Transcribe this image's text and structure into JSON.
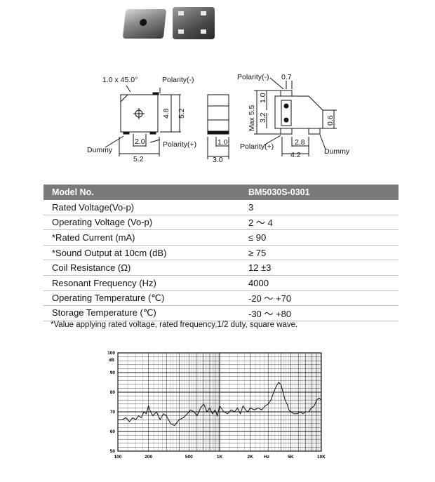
{
  "drawing": {
    "chamfer": "1.0 x 45.0°",
    "polarity_neg": "Polarity(-)",
    "polarity_pos": "Polarity(+)",
    "dummy": "Dummy",
    "d48": "4.8",
    "d52": "5.2",
    "d20": "2.0",
    "d52b": "5.2",
    "side_d10": "1.0",
    "side_d30": "3.0",
    "r_polarity_neg": "Polarity(-)",
    "r_d07": "0.7",
    "r_max55": "Max 5.5",
    "r_d10": "1.0",
    "r_d32": "3.2",
    "r_d06": "0.6",
    "r_polarity_pos": "Polarity(+)",
    "r_d28": "2.8",
    "r_d42": "4.2",
    "r_dummy": "Dummy"
  },
  "table": {
    "header": [
      "Model No.",
      "BM5030S-0301"
    ],
    "rows": [
      [
        "Rated Voltage(Vo-p)",
        "3"
      ],
      [
        "Operating Voltage (Vo-p)",
        "2 ～ 4"
      ],
      [
        "*Rated Current (mA)",
        "≤ 90"
      ],
      [
        "*Sound Output at 10cm (dB)",
        "≥ 75"
      ],
      [
        "Coil Resistance (Ω)",
        "12 ±3"
      ],
      [
        "Resonant Frequency (Hz)",
        "4000"
      ],
      [
        "Operating Temperature (℃)",
        "-20 ～ +70"
      ],
      [
        "Storage Temperature (℃)",
        "-30 ～ +80"
      ]
    ],
    "note": "*Value applying rated voltage, rated frequency,1/2 duty, square wave."
  },
  "chart_data": {
    "type": "line",
    "ylabel": "dB",
    "xscale": "log",
    "ylim": [
      50,
      100
    ],
    "xlim": [
      100,
      10000
    ],
    "yticks": [
      "100",
      "90",
      "80",
      "70",
      "60",
      "50"
    ],
    "xticks": [
      "100",
      "200",
      "500",
      "1K",
      "2K",
      "Hz",
      "5K",
      "10K"
    ],
    "series": [
      {
        "x": [
          100,
          110,
          120,
          130,
          140,
          150,
          160,
          170,
          180,
          190,
          200,
          210,
          220,
          240,
          260,
          280,
          300,
          330,
          360,
          400,
          440,
          480,
          520,
          560,
          600,
          650,
          700,
          750,
          800,
          850,
          900,
          950,
          1000,
          1100,
          1200,
          1300,
          1400,
          1500,
          1600,
          1700,
          1800,
          1900,
          2000,
          2200,
          2400,
          2600,
          2800,
          3000,
          3200,
          3400,
          3600,
          3800,
          4000,
          4200,
          4400,
          4600,
          4800,
          5000,
          5400,
          5800,
          6200,
          6600,
          7000,
          7500,
          8000,
          8500,
          9000,
          9500,
          10000
        ],
        "y": [
          66,
          66,
          67,
          65,
          67,
          66,
          68,
          67,
          70,
          69,
          73,
          70,
          68,
          70,
          66,
          69,
          68,
          64,
          63,
          66,
          67,
          69,
          71,
          70,
          68,
          72,
          74,
          70,
          72,
          69,
          71,
          68,
          73,
          70,
          69,
          71,
          70,
          72,
          69,
          73,
          71,
          70,
          72,
          71,
          72,
          71,
          73,
          74,
          76,
          80,
          83,
          85,
          84,
          80,
          76,
          74,
          71,
          70,
          69,
          69,
          70,
          69,
          70,
          70,
          72,
          73,
          76,
          77,
          76
        ]
      }
    ]
  }
}
